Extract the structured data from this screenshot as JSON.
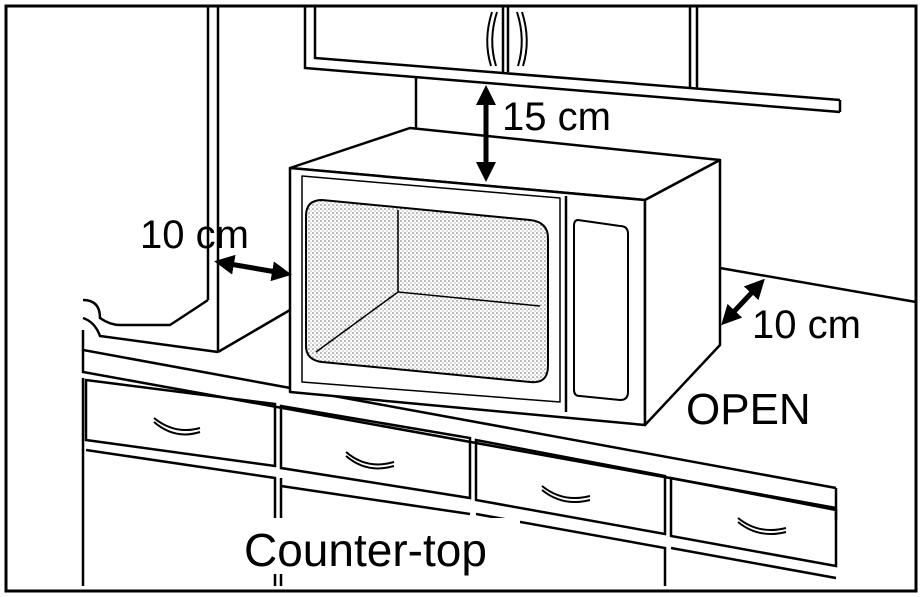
{
  "labels": {
    "top_clearance": "15 cm",
    "side_clearance": "10 cm",
    "rear_clearance": "10 cm",
    "open": "OPEN",
    "countertop": "Counter-top"
  },
  "icons": {
    "clearance_arrow": "double-headed-arrow-icon",
    "handle": "cabinet-handle-icon"
  },
  "colors": {
    "line": "#000000",
    "background": "#ffffff",
    "window_dots": "#6b6b6b"
  }
}
